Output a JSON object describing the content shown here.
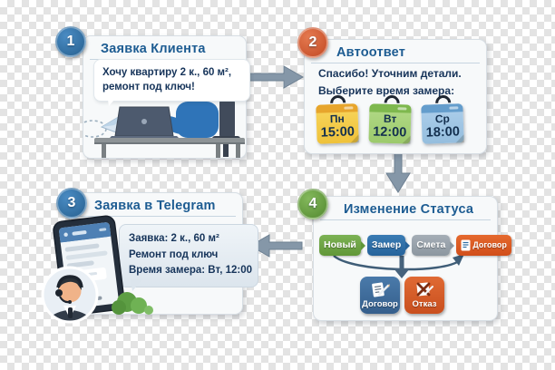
{
  "canvas": {
    "background": "transparency-checkerboard",
    "checker_light": "#ffffff",
    "checker_dark": "#e3e3e3"
  },
  "steps": [
    {
      "number": "1",
      "title": "Заявка Клиента",
      "badge_color": "#2f6ea7",
      "bubble_lines": [
        "Хочу квартиру 2 к., 60 м²,",
        "ремонт под ключ!"
      ],
      "illustration": "person-typing-on-laptop-with-paper-plane"
    },
    {
      "number": "2",
      "title": "Автоответ",
      "badge_color": "#d2542f",
      "intro_line": "Спасибо! Уточним детали.",
      "prompt_line": "Выберите время замера:",
      "time_slots": [
        {
          "day": "Пн",
          "time": "15:00",
          "color": "#f2c83f"
        },
        {
          "day": "Вт",
          "time": "12:00",
          "color": "#a6d07a"
        },
        {
          "day": "Ср",
          "time": "18:00",
          "color": "#a3c6e5"
        }
      ]
    },
    {
      "number": "3",
      "title": "Заявка в Telegram",
      "badge_color": "#2f6ea7",
      "message_lines": [
        "Заявка: 2 к., 60 м²",
        "Ремонт под ключ",
        "Время замера: Вт, 12:00"
      ],
      "illustration": "smartphone-with-support-agent-avatar"
    },
    {
      "number": "4",
      "title": "Изменение Статуса",
      "badge_color": "#63a03f",
      "pipeline": [
        {
          "label": "Новый",
          "color": "#6fa544"
        },
        {
          "label": "Замер",
          "color": "#2d6ea6"
        },
        {
          "label": "Смета",
          "color": "#98a2ab"
        },
        {
          "label": "Договор",
          "color": "#dd5a22",
          "icon": "document-icon"
        }
      ],
      "outcomes": [
        {
          "label": "Договор",
          "color": "#3e6e9e",
          "icon": "signed-document-icon"
        },
        {
          "label": "Отказ",
          "color": "#d65f2d",
          "icon": "rejected-document-icon"
        }
      ]
    }
  ],
  "connectors": [
    {
      "from": "step-1",
      "to": "step-2",
      "direction": "right"
    },
    {
      "from": "step-2",
      "to": "step-4",
      "direction": "down"
    },
    {
      "from": "step-4",
      "to": "step-3",
      "direction": "left"
    }
  ],
  "arrow_color": "#8597a8"
}
